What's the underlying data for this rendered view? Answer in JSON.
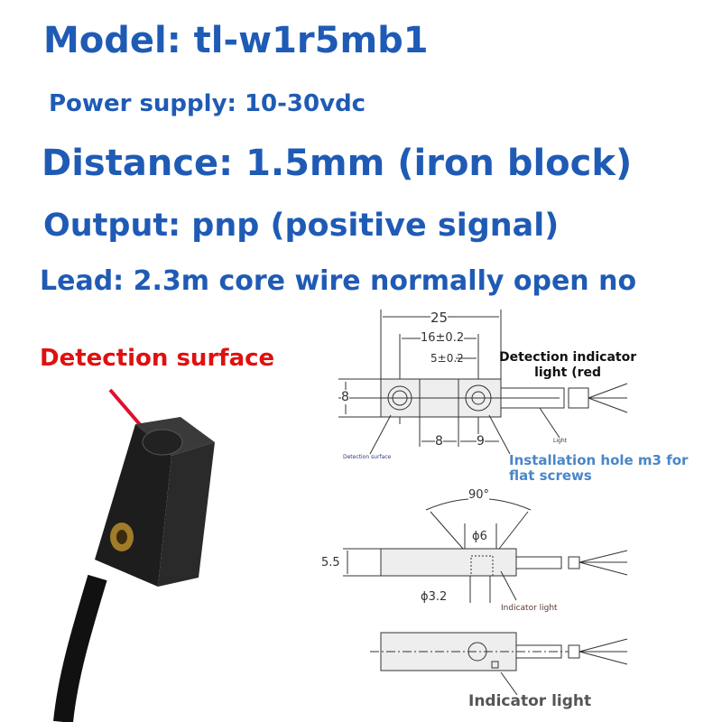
{
  "specs": {
    "model": "Model: tl-w1r5mb1",
    "power": "Power supply: 10-30vdc",
    "distance": "Distance: 1.5mm (iron block)",
    "output": "Output: pnp (positive signal)",
    "lead": "Lead: 2.3m core wire normally open no"
  },
  "photo": {
    "label": "Detection surface"
  },
  "diagram": {
    "dim_25": "25",
    "dim_16": "16±0.2",
    "dim_5": "5±0.2",
    "dim_8_height": "8",
    "dim_8": "8",
    "dim_9": "9",
    "detection_indicator": "Detection indicator",
    "detection_indicator_2": "light (red",
    "detection_surface_small": "Detection surface",
    "light_small": "Light",
    "installation_hole": "Installation hole m3 for",
    "installation_hole_2": "flat screws",
    "angle": "90°",
    "dim_phi6": "ϕ6",
    "dim_5_5": "5.5",
    "dim_phi3_2": "ϕ3.2",
    "indicator_light_small": "Indicator light",
    "indicator_light": "Indicator light"
  },
  "colors": {
    "heading": "#1f5bb5",
    "label_red": "#e01010",
    "note_blue": "#4a86c8"
  }
}
